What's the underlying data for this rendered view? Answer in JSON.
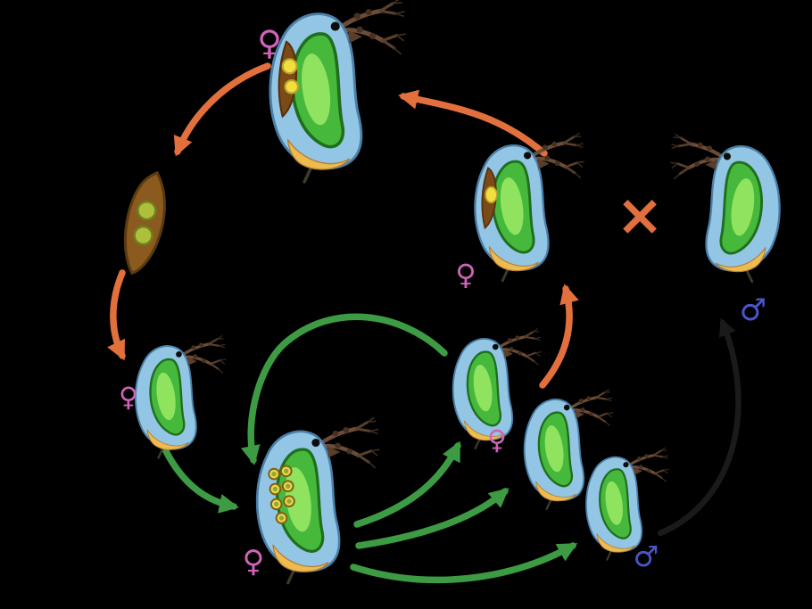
{
  "diagram": {
    "symbols": {
      "female": "♀",
      "male": "♂",
      "cross": "×"
    },
    "colors": {
      "background": "#000000",
      "asexual-arrow": "#3d9b44",
      "sexual-arrow": "#e2703d",
      "maturation-arrow": "#1a1a1a",
      "female-symbol": "#cf63b8",
      "male-symbol": "#4a55cc",
      "cross": "#e2703d",
      "body": "#93c6e4",
      "body-outline": "#4a7fa8",
      "gut": "#46b93c",
      "egg": "#f2de3f",
      "ephippium": "#8a5a1e"
    },
    "organisms": [
      {
        "id": "adult-female-with-brood-eggs-top",
        "sex_symbol": "♀",
        "eggs_visible": 2
      },
      {
        "id": "ephippium-resting-egg-case",
        "eggs_visible": 2
      },
      {
        "id": "young-female-left",
        "sex_symbol": "♀",
        "eggs_visible": 0
      },
      {
        "id": "adult-female-with-egg-clutch-bottom",
        "sex_symbol": "♀",
        "eggs_visible": 7
      },
      {
        "id": "young-female-middle",
        "sex_symbol": "♀",
        "eggs_visible": 0
      },
      {
        "id": "juvenile-middle-right",
        "eggs_visible": 0
      },
      {
        "id": "young-male-bottom-right",
        "sex_symbol": "♂",
        "eggs_visible": 0
      },
      {
        "id": "female-with-ephippium-upper-right",
        "sex_symbol": "♀",
        "eggs_visible": 1
      },
      {
        "id": "adult-male-top-right",
        "sex_symbol": "♂",
        "eggs_visible": 0
      }
    ],
    "arrows": [
      {
        "id": "sexual-top-female-to-ephippium",
        "type": "sexual"
      },
      {
        "id": "sexual-ephippium-to-young-female",
        "type": "sexual"
      },
      {
        "id": "sexual-middle-to-upper-right-female",
        "type": "sexual"
      },
      {
        "id": "sexual-upper-right-female-to-top-female",
        "type": "sexual"
      },
      {
        "id": "asexual-young-female-to-adult-female",
        "type": "asexual"
      },
      {
        "id": "asexual-cycle-loop",
        "type": "asexual"
      },
      {
        "id": "asexual-adult-to-young-female-middle",
        "type": "asexual"
      },
      {
        "id": "asexual-adult-to-juvenile",
        "type": "asexual"
      },
      {
        "id": "asexual-adult-to-young-male",
        "type": "asexual"
      },
      {
        "id": "maturation-young-male-to-adult-male",
        "type": "maturation"
      }
    ]
  }
}
